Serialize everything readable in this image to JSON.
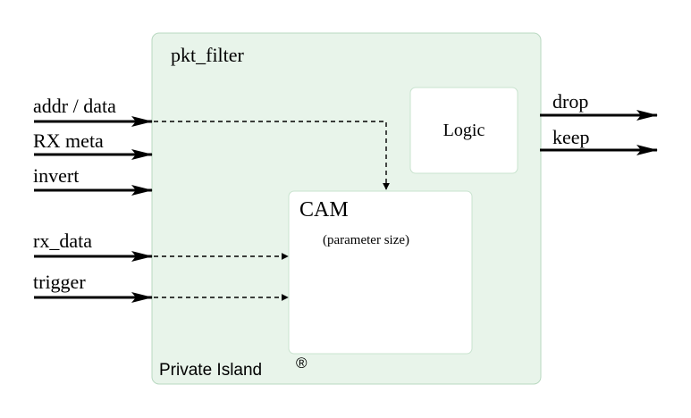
{
  "module": {
    "title": "pkt_filter",
    "fill_color": "#e8f4ea",
    "border_color": "#b8d8c0"
  },
  "blocks": {
    "logic": {
      "label": "Logic"
    },
    "cam": {
      "label": "CAM",
      "sublabel": "(parameter size)"
    }
  },
  "inputs": [
    "addr / data",
    "RX meta",
    "invert",
    "rx_data",
    "trigger"
  ],
  "outputs": [
    "drop",
    "keep"
  ],
  "branding": {
    "name": "Private Island",
    "mark": "®"
  }
}
